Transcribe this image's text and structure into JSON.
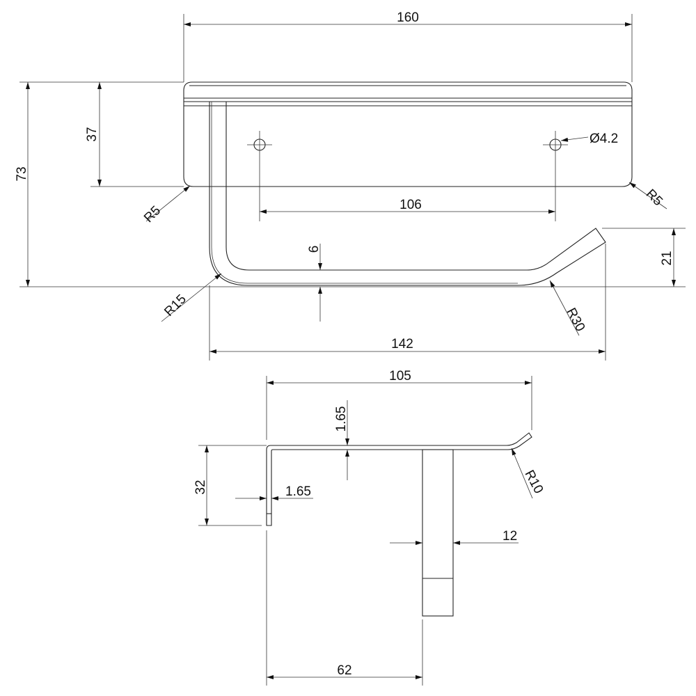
{
  "drawing": {
    "top_view": {
      "dims": {
        "overall_width": "160",
        "overall_height": "73",
        "plate_height": "37",
        "hole_spacing": "106",
        "hole_diameter": "Ø4.2",
        "plate_radius_left": "R5",
        "plate_radius_right": "R5",
        "rod_thickness": "6",
        "rod_bend_radius": "R15",
        "tip_bend_radius": "R30",
        "tip_rise": "21",
        "rod_length": "142"
      }
    },
    "side_view": {
      "dims": {
        "depth": "105",
        "sheet_thickness_top": "1.65",
        "flange_height": "32",
        "sheet_thickness_side": "1.65",
        "tip_bend_radius": "R10",
        "rod_width": "12",
        "rod_offset": "62"
      }
    }
  }
}
